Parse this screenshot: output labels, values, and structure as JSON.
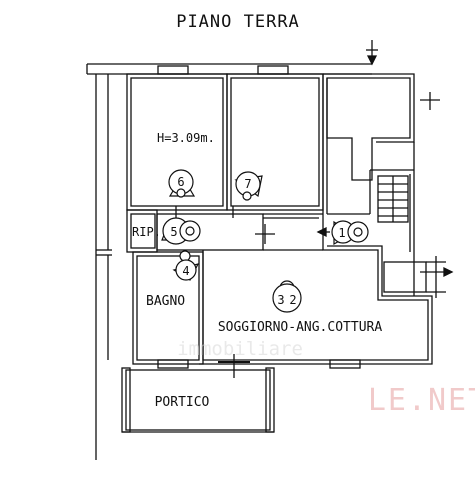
{
  "title": "PIANO TERRA",
  "rooms": {
    "height_note": "H=3.09m.",
    "rip": "RIP.",
    "bagno": "BAGNO",
    "soggiorno": "SOGGIORNO-ANG.COTTURA",
    "portico": "PORTICO"
  },
  "markers": [
    "1",
    "2",
    "3",
    "4",
    "5",
    "6",
    "7"
  ],
  "watermark": {
    "left": "immobiliare",
    "right": "LE.NET"
  },
  "colors": {
    "line": "#111111",
    "watermark": "#f1caca"
  }
}
